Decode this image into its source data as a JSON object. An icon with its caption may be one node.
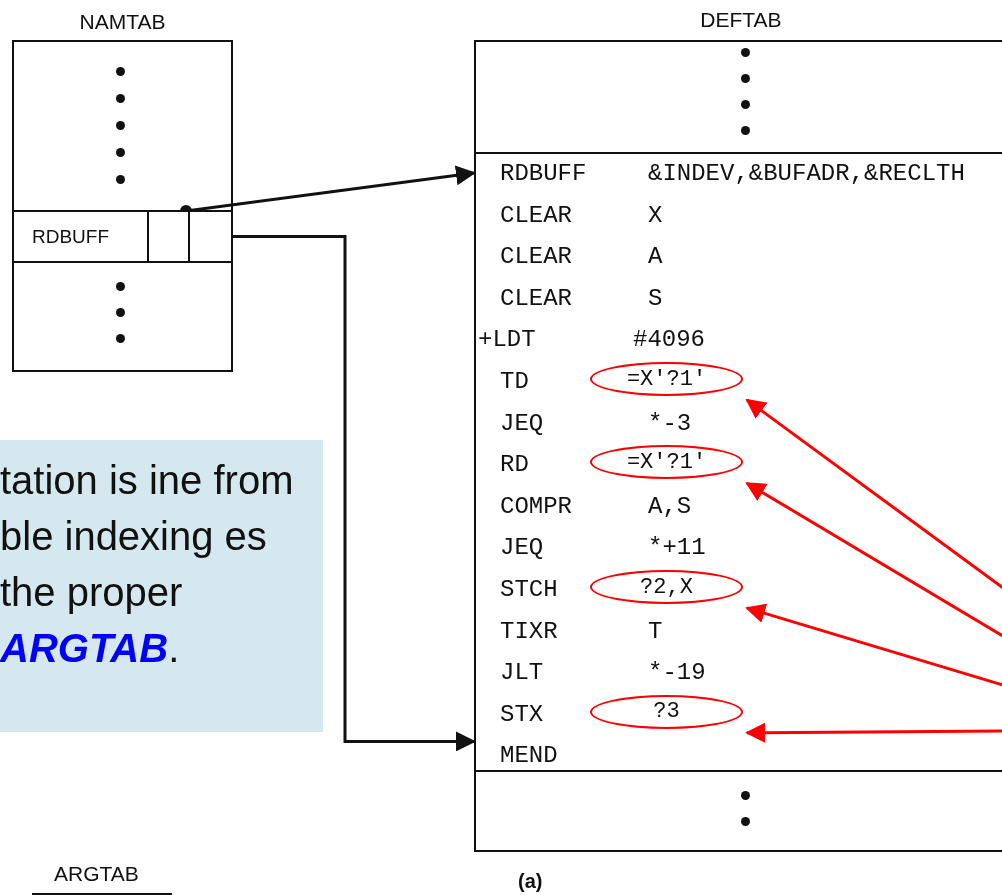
{
  "diagram": {
    "nodes": [
      {
        "text": [
          "NAMTAB"
        ]
      },
      {
        "text": [
          "RDBUFF"
        ],
        "in": 0
      },
      {
        "text": [],
        "shape": "box",
        "in": 0
      },
      {
        "text": [],
        "shape": "box",
        "in": 0
      },
      {
        "text": [
          "DEFTAB"
        ]
      },
      {
        "text": [
          "RDBUFF",
          "&INDEV,&BUFADR,&RECLTH"
        ],
        "in": 4
      },
      {
        "text": [
          "CLEAR",
          "X"
        ],
        "in": 4
      },
      {
        "text": [
          "CLEAR",
          "A"
        ],
        "in": 4
      },
      {
        "text": [
          "CLEAR",
          "S"
        ],
        "in": 4
      },
      {
        "text": [
          "+LDT",
          "#4096"
        ],
        "in": 4
      },
      {
        "text": [
          "TD"
        ],
        "in": 4
      },
      {
        "text": [
          "=X'?1'"
        ],
        "in": 10
      },
      {
        "text": [
          "JEQ",
          "*-3"
        ],
        "in": 4
      },
      {
        "text": [
          "RD"
        ],
        "in": 4
      },
      {
        "text": [
          "=X'?1'"
        ],
        "in": 13
      },
      {
        "text": [
          "COMPR",
          "A,S"
        ],
        "in": 4
      },
      {
        "text": [
          "JEQ",
          "*+11"
        ],
        "in": 4
      },
      {
        "text": [
          "STCH"
        ],
        "in": 4
      },
      {
        "text": [
          "?2,X"
        ],
        "in": 17
      },
      {
        "text": [
          "TIXR",
          "T"
        ],
        "in": 4
      },
      {
        "text": [
          "JLT",
          "*-19"
        ],
        "in": 4
      },
      {
        "text": [
          "STX"
        ],
        "in": 4
      },
      {
        "text": [
          "?3"
        ],
        "in": 21
      },
      {
        "text": [
          "MEND"
        ],
        "in": 4
      },
      {
        "text": [
          "tation is ine from ble indexing es the proper **ARGTAB**."
        ]
      }
    ],
    "edges": [
      {
        "from": 2,
        "to": 5,
        "arrow": "to",
        "color": "#111111"
      },
      {
        "from": 3,
        "to": 23,
        "arrow": "to",
        "color": "#111111"
      },
      {
        "from": null,
        "to": 11,
        "arrow": "to"
      },
      {
        "from": null,
        "to": 14,
        "arrow": "to"
      },
      {
        "from": null,
        "to": 18,
        "arrow": "to"
      },
      {
        "from": null,
        "to": 22,
        "arrow": "to"
      }
    ],
    "labels": [
      "ARGTAB",
      "(a)"
    ]
  }
}
